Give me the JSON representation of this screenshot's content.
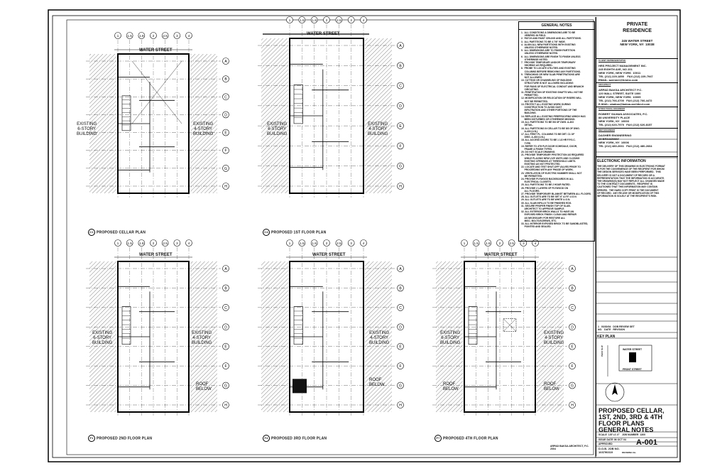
{
  "project": {
    "name": "PRIVATE\nRESIDENCE",
    "address": "245 WATER STREET\nNEW YORK, NY  10038"
  },
  "plans": [
    {
      "id": "C1",
      "label": "PROPOSED CELLAR PLAN"
    },
    {
      "id": "C4",
      "label": "PROPOSED 1ST FLOOR PLAN"
    },
    {
      "id": "F1",
      "label": "PROPOSED 2ND FLOOR PLAN"
    },
    {
      "id": "F4",
      "label": "PROPOSED 3RD FLOOR PLAN"
    },
    {
      "id": "F7",
      "label": "PROPOSED 4TH FLOOR PLAN"
    }
  ],
  "street": "WATER STREET",
  "existing_6": "EXISTING\n6-STORY\nBUILDING",
  "existing_4": "EXISTING\n4-STORY\nBUILDING",
  "roof_below": "ROOF\nBELOW",
  "grid_columns": [
    "1",
    "1.5",
    "1.8",
    "2",
    "2.5",
    "3",
    "4"
  ],
  "grid_rows": [
    "A",
    "B",
    "C",
    "D",
    "E",
    "F",
    "G",
    "H"
  ],
  "general_notes": {
    "title": "GENERAL NOTES",
    "body": "1.  ALL CONDITIONS & DIMENSIONS ARE TO BE\n     VERIFIED IN FIELD.\n2.  PATCH AND PAINT CEILING AND ALL PARTITIONS.\n3.  ALL PARTITIONS TO BE 4 7/8\" WIDE.\n4.  ALIGN ALL NEW PARTITIONS WITH EXISTING\n     UNLESS OTHERWISE NOTED.\n5.  ALL DIMENSIONS ARE TO FINISH PARTITION\n     UNLESS OTHERWISE NOTED.\n6.  ALL DIMENSIONS ARE FINISH TO FINISH UNLESS\n     OTHERWISE NOTED.\n7.  PROVIDE TEMPORARY AND/OR TEMPORARY\n     SHORING AS REQUIRED.\n8.  PROBE TO LOCATE UTILITIES AND EXISTING\n     COLUMNS BEFORE REMOVING ANY PARTITIONS.\n9.  TRENCHING OR NEW SLAB PENETRATIONS ARE\n     NOT ALLOWED.\n10. CUTTING OR CHANNELING OF BUILDING\n     STRUCTURE IS NOT ALLOWED INCLUDING\n     FOR RUNS OF ELECTRICAL CONDUIT AND BRANCH\n     CIRCUITING.\n11. PENETRATION OF EXISTING SHAFTS WILL NOT BE\n     PERMITTED.\n12. MODIFICATION OR RELOCATION OF RISERS WILL\n     NOT BE PERMITTED.\n13. PROTECT ALL EXISTING WORK DURING\n     CONSTRUCTION TO AVOID DUST\n     INFILTRATION AND OTHER PORTIONS OF THE\n     BUILDING.\n14. REPLACE ALL EXISTING FIREPROOFING WHICH HAS\n     BEEN DISTURBED OR OTHERWISE MISSING.\n15. ALL PARTITIONS TO BE 5/8 OF DWG. A-403\n     DETAIL.\n16. ALL PARTITIONS IN CELLAR TO BE 5/8 OF DWG.\n     A-403 (U.N.).\n17. ALL FIRST FL. COLUMNS TO BE DET. C1 OF\n     DWG. A-403 (U.N.).\n18. ALL ACCESS DOORS TO BE 1 1/2 HR F.P.S.C.\n     TYPE.\n19. REFER TO 4TH FLR DOOR SCHEDULE, DOOR,\n     FRAME & FINISH TYPES.\n20. DO NOT SCALE DRAWING.\n21. PROVIDE TEMPORARY PROTECTION AS REQUIRED\n     WHILE PLACING NEW LIVE UNITS AND CLOSING\n     EXISTING OPENINGS AT THRESHOLD LIMITS.\n     EXISTING AS NOT PROTECTED.\n22. LOCATE AND TEST SHUT-OFF VALVES PRIOR TO\n     PROCEEDING WITH ANY PHASE OF WORK.\n23. VENTILATION OF ELECTRIC HAMMER SHALL NOT\n     BE PERMITTED.\n24. PROVIDE PLYWOOD BACKBOARDS IN ALL\n     ELECTRICAL CLOSETS.\n25. ALL PARTITIONS TO BE 2 HOUR RATED.\n26. PROVIDE 2 LAYERS OF PLYWOOD ON\n     ALL FLOORS.\n27. PROVIDE TEMPORARY BLANKET BETWEEN ALL FLOORS.\n28. ALL OUTLETS ARE TO BE SET 6\" A.F.F. U.O.N.\n29. ALL OUTLETS ARE TO BE WHITE U.O.N.\n30. ALL SLAB INFILLS TO BE FINISHED EDG.\n31. SECURE PROPER FINISH TOP OF SLAB.\n     ARCHITECT TO APPROVE SAMPLE.\n32. ALL EXTERIOR BRICK WALLS TO HAVE AN\n     EXPOSED BRICK FINISH. CLEAN AND REPAIR\n     AS NECESSARY FOR RESTORE ALL\n     MISC. BOLTS/SCREWS, ETC.\n33. ALL INTERIOR EXPOSED BRICK TO BE SANDBLASTED,\n     POINTED AND SEALED."
  },
  "consultants": [
    {
      "role": "CLIENT REPRESENTATIVE",
      "text": "HRS PROJECT MANAGEMENT INC.\n245 EIGHTH AVE, NO 201\nNEW YORK, NEW YORK  10011\nTEL (212) 229-1850    FAX (212) 229-7947\nEMAIL: azenner@hrsinc.com"
    },
    {
      "role": "ARCHITECT",
      "text": "ARPAD BAKSA ARCHITECT P.C.\n120 WALL STREET, SUITE 1000\nNEW YORK, NEW YORK  10005\nTEL (212) 766-4700   FAX (212) 766-4472\nE-MAIL: abaksa@baksa-architect.com"
    },
    {
      "role": "STRUCTURAL ENGINEER",
      "text": "ROBERT SILMAN ASSOCIATES, P.C.\n88 UNIVERSITY PLACE\nNEW YORK, NY  10003\nTEL (212) 620-7970   FAX (212) 620-8157"
    },
    {
      "role": "MEP ENGINEER",
      "text": "DAGHER ENGINEERING\n29 BROADWAY\nNEW YORK, NY  10006\nTEL (212) 480-2661   FAX (212) 480-2664"
    }
  ],
  "electronic": {
    "title": "ELECTRONIC INFORMATION",
    "body": "THE DELIVERY OF THIS DRAWING IN ELECTRONIC FORMAT\nIS FOR THE CONVENIENCE OF THE RECIPIENT FOR WHOM\nTHE DESIGN SERVICES HAVE BEEN PERFORMED.  THIS\nDELIVERY IS NOT A DOCUMENT OF RECORD OR A\nREPRESENTATION THAT THE INFORMATION IS ACCURATE.\nTHE DRAWING(S) MAY NOT REFLECT ALL CHANGES MADE\nTO THE CONTRACT DOCUMENTS.  RECIPIENT IS\nCAUTIONED THAT THIS INFORMATION MAY CONTAIN\nERRORS.  THE HARD COPY PRINT IS THE DOCUMENT\nOF RECORD.  ANY RE-USE OR MODIFICATION OF THIS\nINFORMATION IS SOLELY AT THE RECIPIENT'S RISK."
  },
  "revisions": {
    "row": "1   03/30/04   DOB REVIEW SET",
    "header": "NO.   DATE   REVISION"
  },
  "key_plan": {
    "title": "KEY PLAN",
    "street": "WATER STREET",
    "streets": [
      "PECK SLIP",
      "FRONT STREET"
    ]
  },
  "drawing": {
    "title": "PROPOSED CELLAR,\n1ST, 2ND, 3RD & 4TH\nFLOOR PLANS\nGENERAL NOTES",
    "scale": "SCALE  1/8\"=1'-0\"   JOB NUMBER  1300",
    "issue": "ISSUE DATE  06 OCT 04",
    "approved": "APPROVED",
    "dob": "D.O.B. JOB NO.\n103790319",
    "drawing_no_label": "DRAWING No.",
    "number": "A-001"
  },
  "footer_credit": "ARPAD BAKSA ARCHITECT, P.C.\n2004"
}
